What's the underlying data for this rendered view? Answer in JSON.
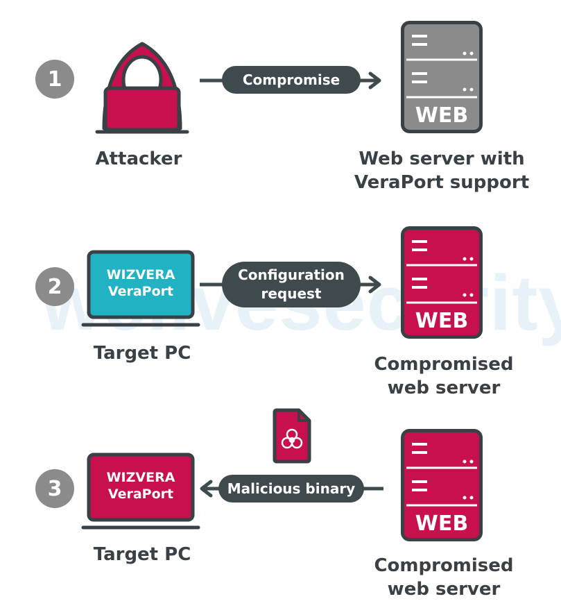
{
  "watermark": "welivesecurity",
  "colors": {
    "accent": "#c8104f",
    "gray": "#8b8b8b",
    "dark": "#3f4a4f",
    "teal": "#21b2c3",
    "text": "#3a4146"
  },
  "steps": [
    {
      "number": "1",
      "left_label": "Attacker",
      "arrow_label": "Compromise",
      "server_tag": "WEB",
      "server_label_line1": "Web server with",
      "server_label_line2": "VeraPort support"
    },
    {
      "number": "2",
      "screen_line1": "WIZVERA",
      "screen_line2": "VeraPort",
      "left_label": "Target PC",
      "arrow_label_line1": "Configuration",
      "arrow_label_line2": "request",
      "server_tag": "WEB",
      "server_label_line1": "Compromised",
      "server_label_line2": "web server"
    },
    {
      "number": "3",
      "screen_line1": "WIZVERA",
      "screen_line2": "VeraPort",
      "left_label": "Target PC",
      "arrow_label": "Malicious binary",
      "file_icon": "biohazard-file-icon",
      "server_tag": "WEB",
      "server_label_line1": "Compromised",
      "server_label_line2": "web server"
    }
  ]
}
